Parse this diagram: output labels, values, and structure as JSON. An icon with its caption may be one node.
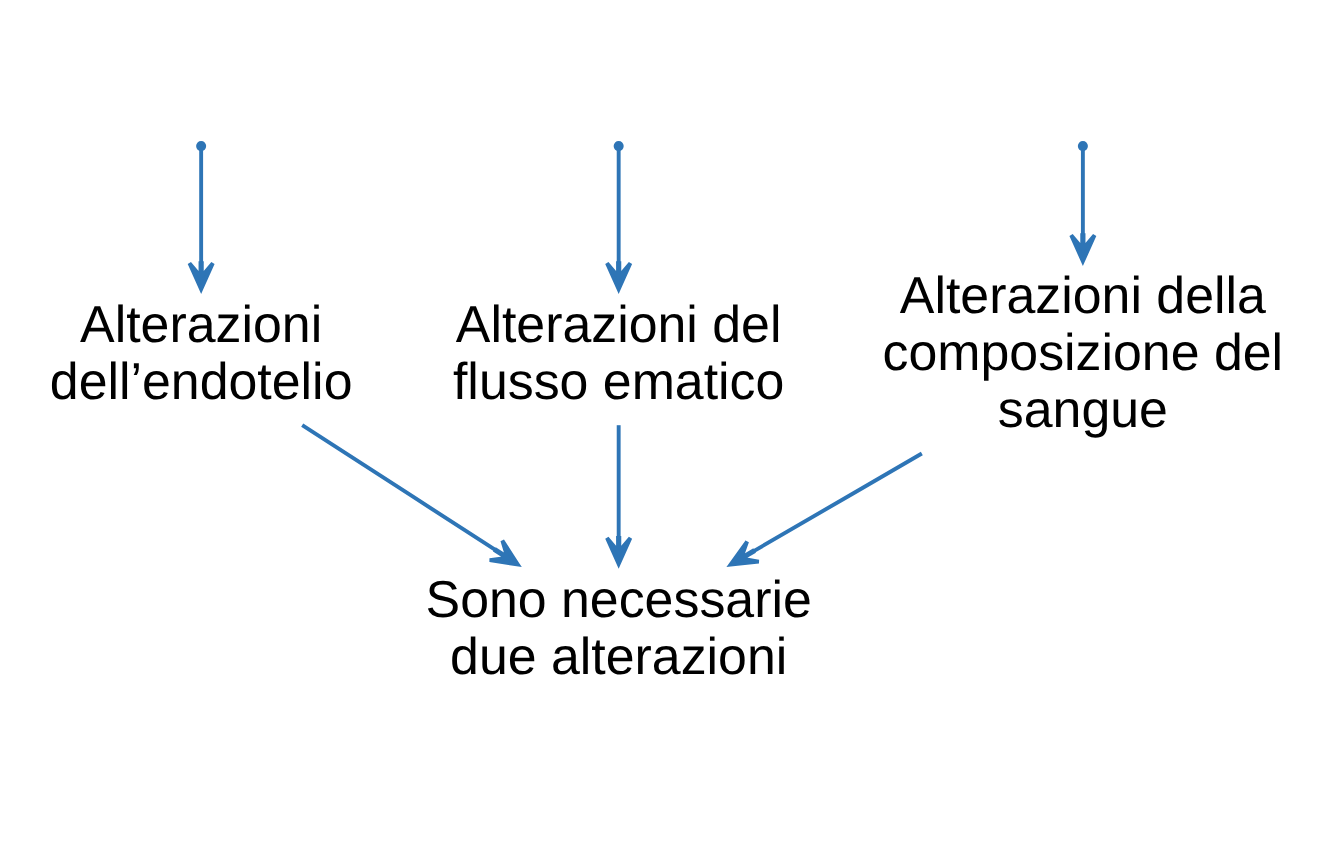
{
  "diagram": {
    "nodes": [
      {
        "text": [
          "Alterazioni dell’endotelio"
        ]
      },
      {
        "text": [
          "Alterazioni del flusso ematico"
        ]
      },
      {
        "text": [
          "Alterazioni della composizione del sangue"
        ]
      },
      {
        "text": [
          "Sono necessarie due alterazioni"
        ]
      }
    ],
    "edges": [
      {
        "from": null,
        "to": 0,
        "arrow": "to"
      },
      {
        "from": null,
        "to": 1,
        "arrow": "to"
      },
      {
        "from": null,
        "to": 2,
        "arrow": "to"
      },
      {
        "from": 0,
        "to": 3,
        "arrow": "to"
      },
      {
        "from": 1,
        "to": 3,
        "arrow": "to"
      },
      {
        "from": 2,
        "to": 3,
        "arrow": "to"
      }
    ]
  }
}
